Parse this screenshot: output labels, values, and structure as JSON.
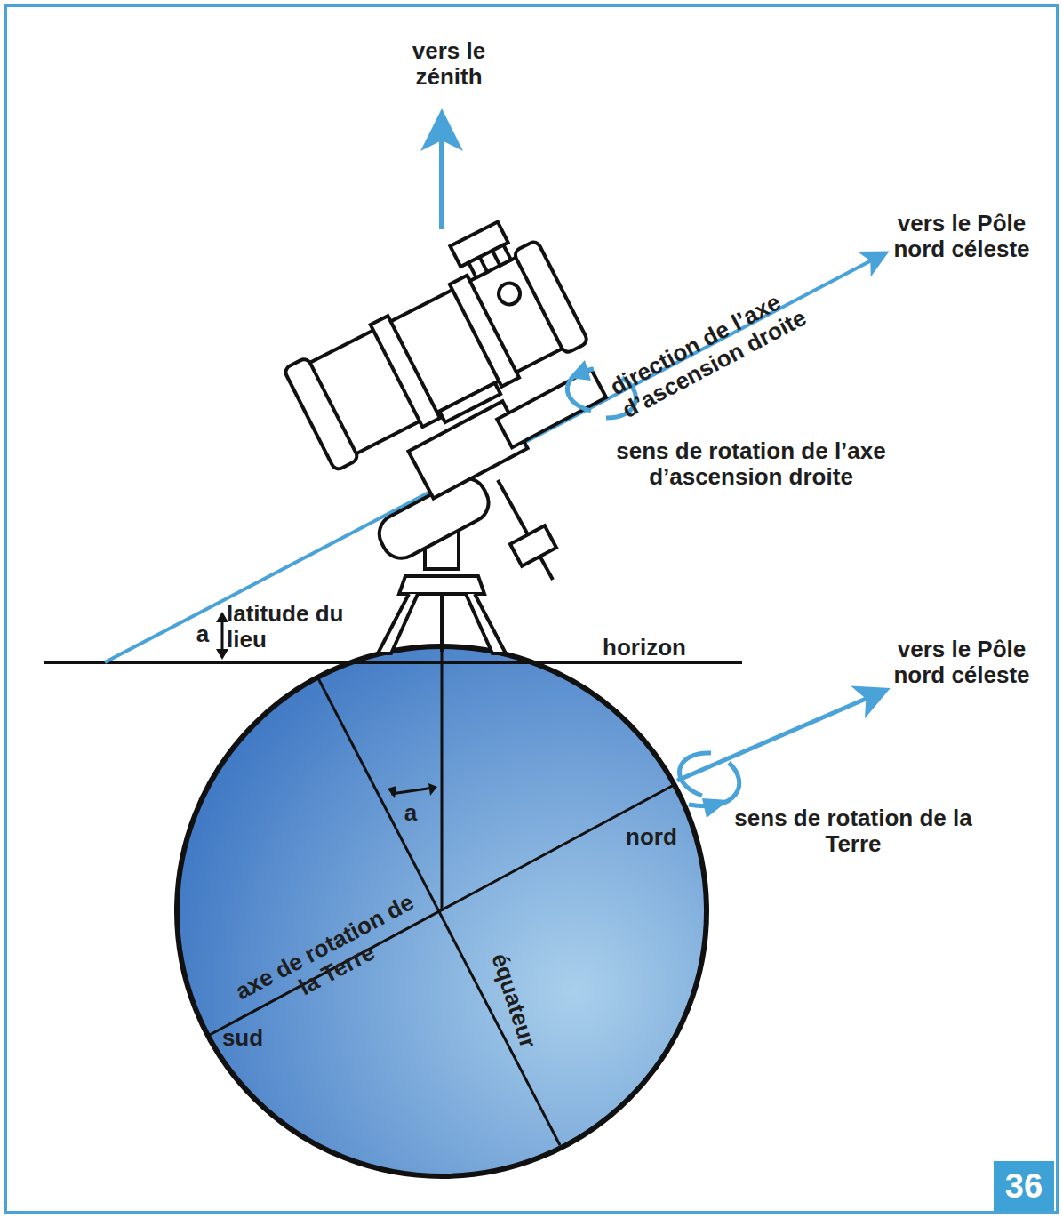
{
  "diagram": {
    "nodes": [
      {
        "text": [
          "36"
        ]
      }
    ],
    "labels": [
      "vers le zénith",
      "vers le Pôle nord céleste",
      "direction de l’axe d’ascension droite",
      "sens de rotation de l’axe d’ascension droite",
      "a",
      "latitude du lieu",
      "horizon",
      "vers le Pôle nord céleste",
      "a",
      "sens de rotation de la Terre",
      "nord",
      "axe de rotation de la Terre",
      "sud",
      "équateur"
    ]
  }
}
